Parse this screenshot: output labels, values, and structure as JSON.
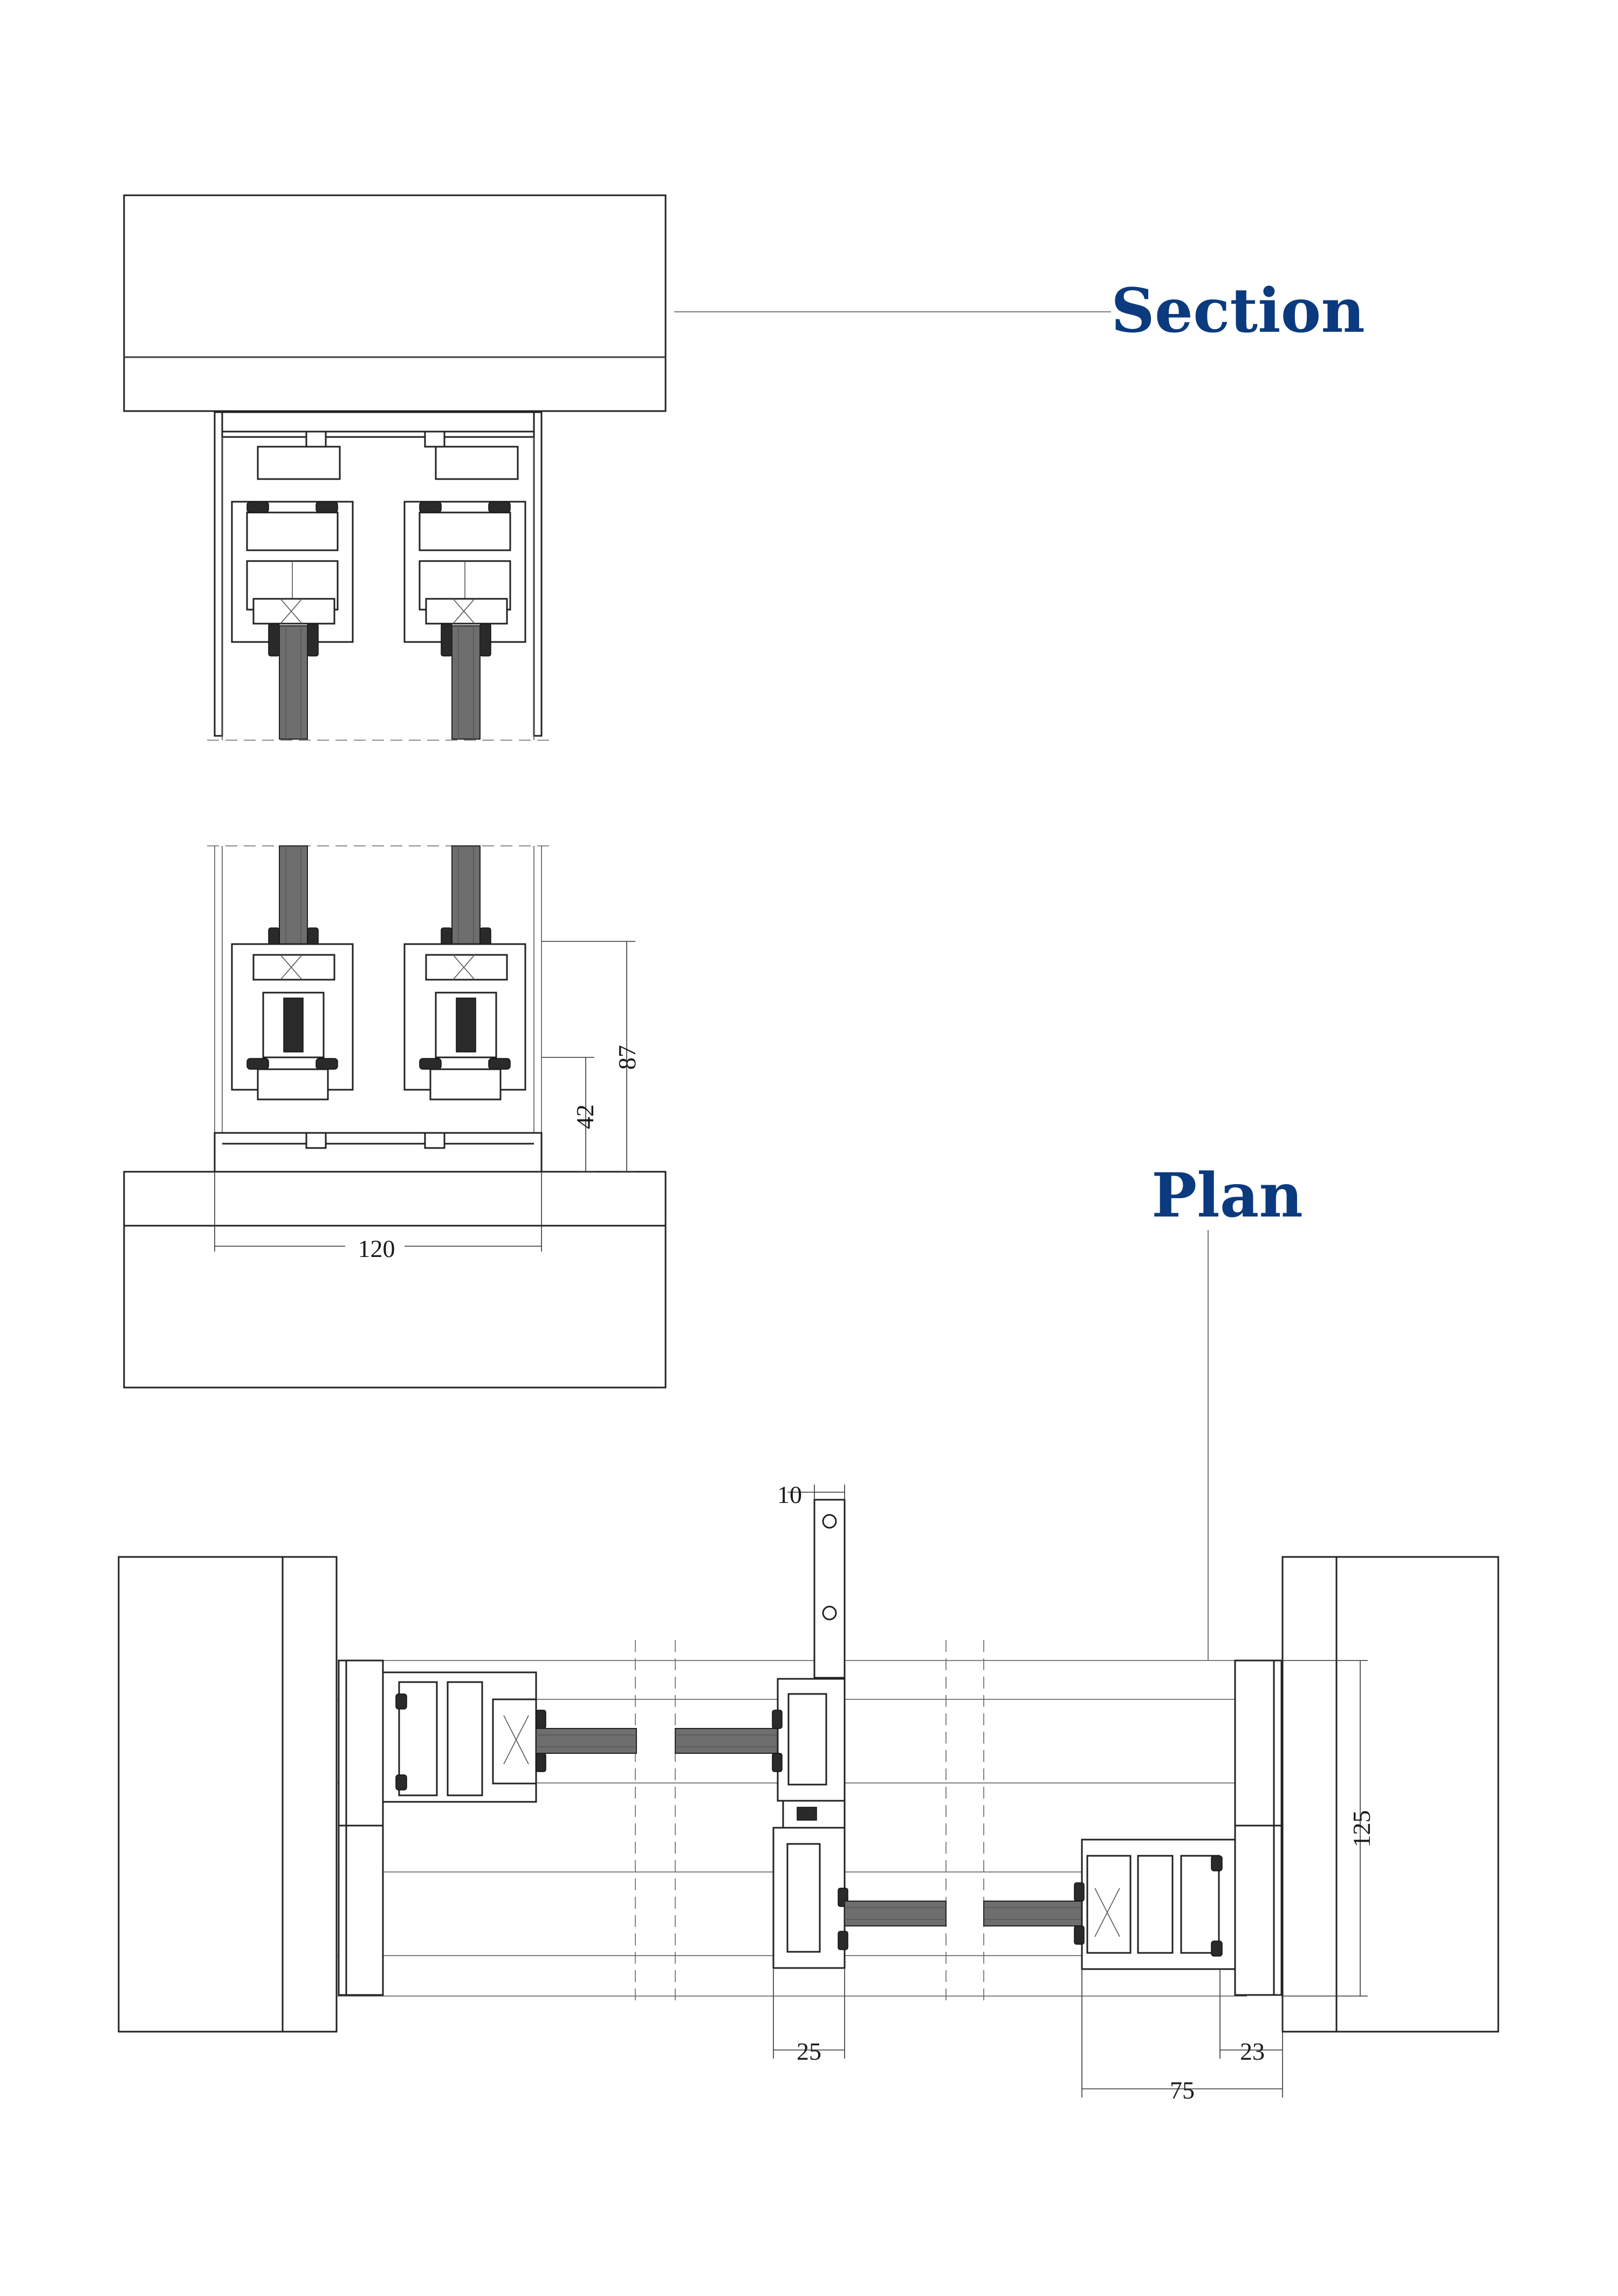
{
  "headings": {
    "section": "Section",
    "plan": "Plan"
  },
  "dimensions": {
    "section_width": "120",
    "section_height_42": "42",
    "section_height_87": "87",
    "plan_10": "10",
    "plan_125": "125",
    "plan_25": "25",
    "plan_23": "23",
    "plan_75": "75"
  },
  "colors": {
    "heading": "#0b3a7e",
    "line": "#222222"
  }
}
